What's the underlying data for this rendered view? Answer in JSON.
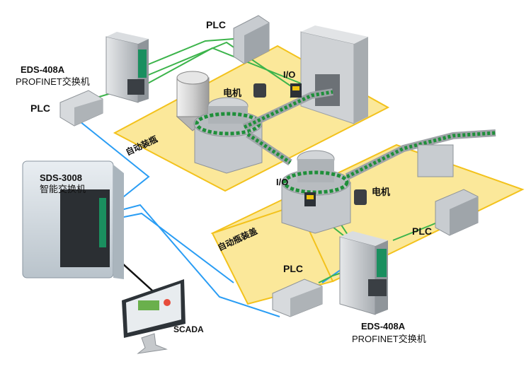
{
  "labels": {
    "plc_top": "PLC",
    "eds_top_model": "EDS-408A",
    "eds_top_desc": "PROFINET交换机",
    "plc_left": "PLC",
    "io_top": "I/O",
    "motor_top": "电机",
    "zone_filling": "自动装瓶",
    "sds_model": "SDS-3008",
    "sds_desc": "智能交换机",
    "io_mid": "I/O",
    "motor_mid": "电机",
    "plc_right": "PLC",
    "zone_capping": "自动瓶装盖",
    "plc_bottom": "PLC",
    "scada": "SCADA",
    "eds_bottom_model": "EDS-408A",
    "eds_bottom_desc": "PROFINET交换机"
  },
  "colors": {
    "zone_fill": "#fbe89a",
    "zone_border": "#f3c21c",
    "profinet_link": "#3cb44b",
    "ethernet_link": "#2a9df4",
    "scada_link": "#111111",
    "device_gray": "#c9cdd1",
    "bottle_green": "#1f8f3a"
  },
  "icons": [
    "switch-icon",
    "plc-icon",
    "motor-icon",
    "monitor-icon",
    "filling-machine-icon",
    "capping-machine-icon",
    "conveyor-icon"
  ]
}
